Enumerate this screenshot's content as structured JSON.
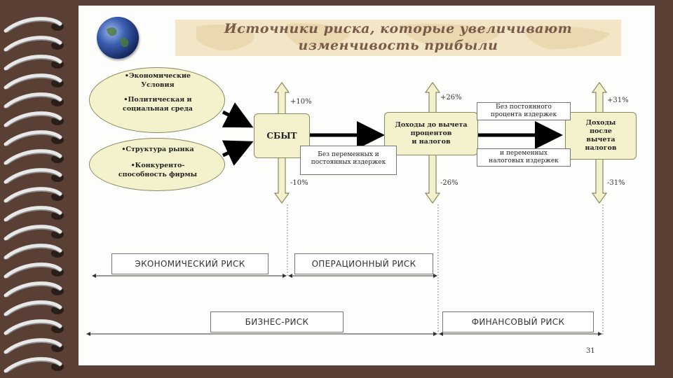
{
  "title": {
    "line1": "Источники риска, которые увеличивают",
    "line2": "изменчивость прибыли"
  },
  "sources": {
    "ellipse_top": [
      "•Экономические",
      "Условия",
      "•Политическая и",
      "социальная среда"
    ],
    "ellipse_bottom": [
      "•Структура рынка",
      "•Конкуренто-",
      "способность фирмы"
    ]
  },
  "nodes": {
    "sales": "СБЫТ",
    "ebit": [
      "Доходы до вычета",
      "процентов",
      "и налогов"
    ],
    "eat": [
      "Доходы",
      "после",
      "вычета",
      "налогов"
    ]
  },
  "labels": {
    "fixed_variable": [
      "Без переменных и",
      "постоянных издержек"
    ],
    "fixed_interest": [
      "Без постоянного",
      "процента издержек"
    ],
    "variable_taxes": [
      "и переменных",
      "налоговых издержек"
    ]
  },
  "percents": {
    "sales_up": "+10%",
    "sales_down": "-10%",
    "ebit_up": "+26%",
    "ebit_down": "-26%",
    "eat_up": "+31%",
    "eat_down": "-31%"
  },
  "risks": {
    "economic": "ЭКОНОМИЧЕСКИЙ РИСК",
    "operational": "ОПЕРАЦИОННЫЙ РИСК",
    "business": "БИЗНЕС-РИСК",
    "financial": "ФИНАНСОВЫЙ РИСК"
  },
  "page_number": "31",
  "colors": {
    "background": "#5a3f35",
    "title": "#7a5a4a",
    "banner": "#f3e6c6",
    "node_fill": "#f4f2cc",
    "node_border": "#8a8a62"
  }
}
